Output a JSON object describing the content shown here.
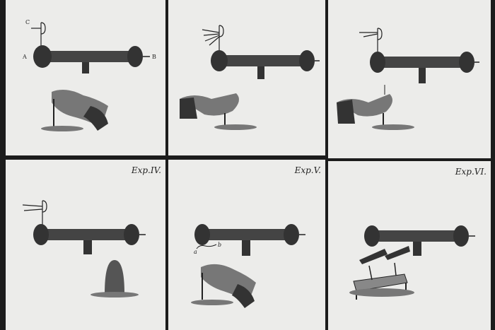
{
  "panels": [
    {
      "id": 1,
      "label": "",
      "letters": {
        "c": "C",
        "a": "A",
        "b": "B"
      }
    },
    {
      "id": 2,
      "label": ""
    },
    {
      "id": 3,
      "label": ""
    },
    {
      "id": 4,
      "label": "Exp.IV."
    },
    {
      "id": 5,
      "label": "Exp.V.",
      "letters": {
        "a": "a",
        "b": "b"
      }
    },
    {
      "id": 6,
      "label": "Exp.VI."
    }
  ],
  "colors": {
    "ink": "#222222",
    "paper": "#ececea",
    "frame": "#1c1c1c"
  }
}
